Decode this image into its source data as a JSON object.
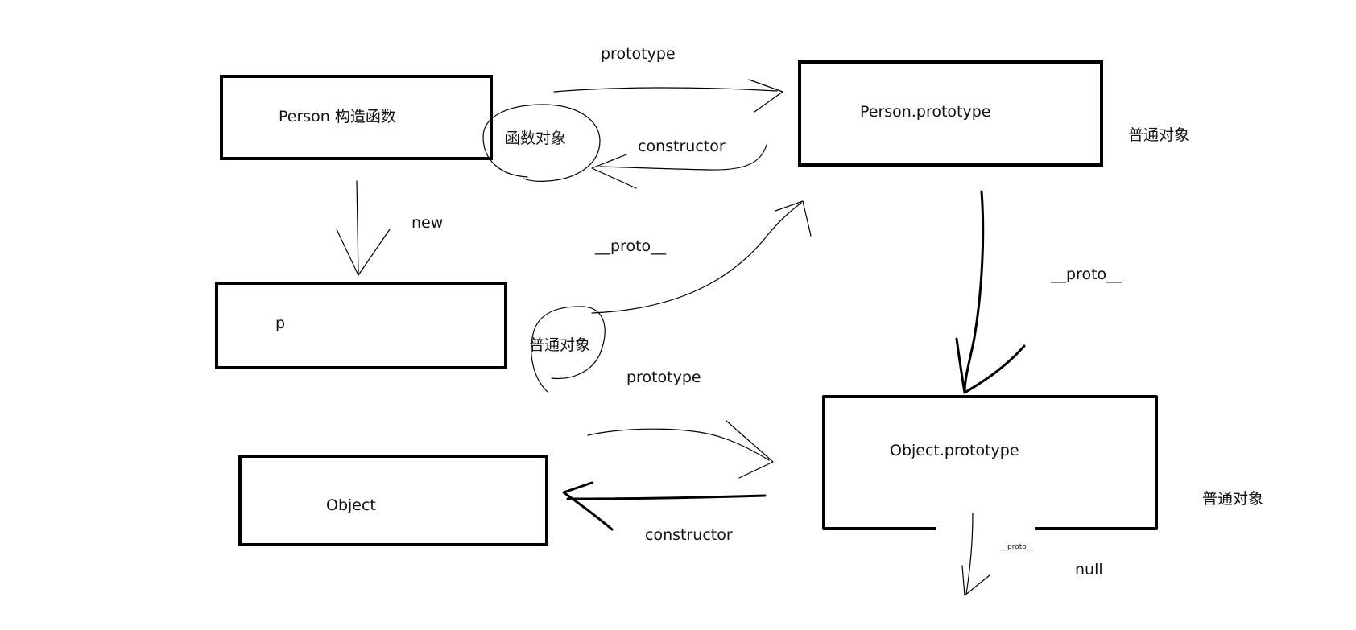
{
  "nodes": {
    "person_constructor": "Person    构造函数",
    "person_prototype": "Person.prototype",
    "instance_p": "p",
    "object_ctor": "Object",
    "object_prototype": "Object.prototype"
  },
  "edges": {
    "prototype_top": "prototype",
    "constructor_top": "constructor",
    "new": "new",
    "proto_p": "__proto__",
    "proto_right": "__proto__",
    "prototype_bottom": "prototype",
    "constructor_bottom": "constructor",
    "proto_small": "__proto__",
    "null": "null"
  },
  "annotations": {
    "function_object": "函数对象",
    "plain_object_person_proto": "普通对象",
    "plain_object_p": "普通对象",
    "plain_object_object_proto": "普通对象"
  }
}
